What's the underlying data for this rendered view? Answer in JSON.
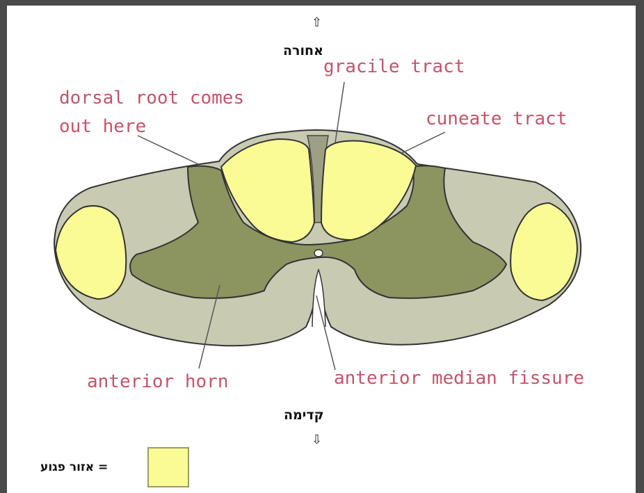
{
  "orientation": {
    "top_label": "אחורה",
    "bottom_label": "קדימה",
    "up_arrow": "⇧",
    "down_arrow": "⇩"
  },
  "labels": {
    "gracile": "gracile tract",
    "dorsal_line1": "dorsal root comes",
    "dorsal_line2": "out here",
    "cuneate": "cuneate tract",
    "anterior_horn": "anterior horn",
    "fissure": "anterior median fissure"
  },
  "legend": {
    "text": "= אזור פגוע",
    "color": "#fbfb96"
  },
  "colors": {
    "white_matter": "#c8cab2",
    "grey_matter": "#8c9460",
    "affected": "#fbfb96",
    "label_text": "#c4546a"
  }
}
